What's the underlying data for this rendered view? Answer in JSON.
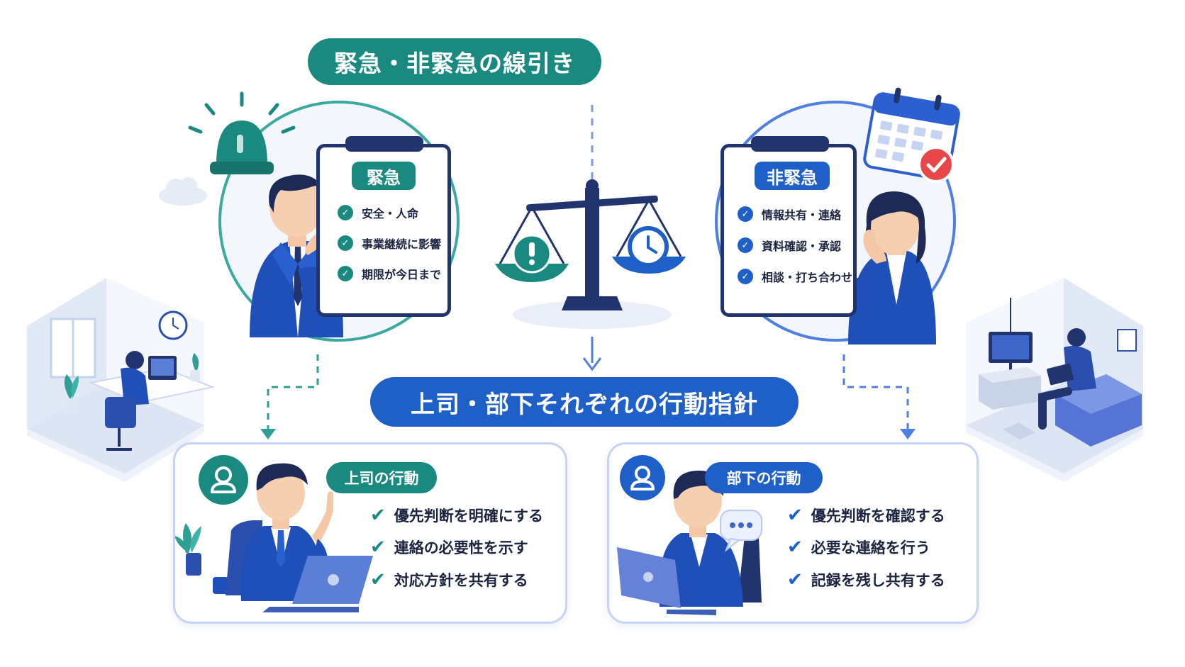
{
  "title": "緊急・非緊急の線引き",
  "subtitle": "上司・部下それぞれの行動指針",
  "urgent": {
    "label": "緊急",
    "items": [
      "安全・人命",
      "事業継続に影響",
      "期限が今日まで"
    ],
    "color": "#1a8a80"
  },
  "non_urgent": {
    "label": "非緊急",
    "items": [
      "情報共有・連絡",
      "資料確認・承認",
      "相談・打ち合わせ"
    ],
    "color": "#1f5fc8"
  },
  "boss": {
    "label": "上司の行動",
    "actions": [
      "優先判断を明確にする",
      "連絡の必要性を示す",
      "対応方針を共有する"
    ],
    "icon": "user-icon"
  },
  "subordinate": {
    "label": "部下の行動",
    "actions": [
      "優先判断を確認する",
      "必要な連絡を行う",
      "記録を残し共有する"
    ],
    "icon": "user-icon"
  },
  "icons": [
    "alarm-light-icon",
    "calendar-check-icon",
    "balance-scale-icon",
    "exclamation-icon",
    "clock-icon",
    "chat-bubble-icon",
    "cloud-icon"
  ]
}
